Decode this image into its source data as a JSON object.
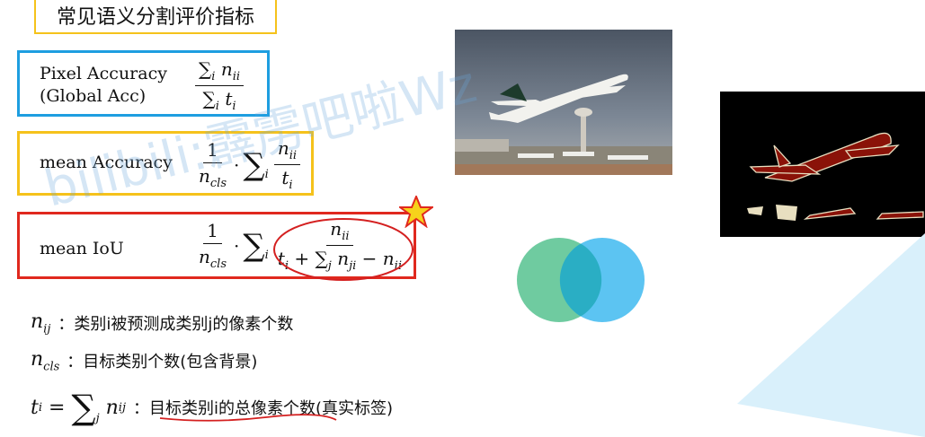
{
  "title": "常见语义分割评价指标",
  "metrics": [
    {
      "label_line1": "Pixel Accuracy",
      "label_line2": "(Global Acc)",
      "color": "#1e9ee0"
    },
    {
      "label_line1": "mean Accuracy",
      "color": "#f5c21b"
    },
    {
      "label_line1": "mean IoU",
      "color": "#e0281e"
    }
  ],
  "definitions": [
    {
      "text": "：类别i被预测成类别j的像素个数"
    },
    {
      "text": "：目标类别个数(包含背景)"
    },
    {
      "text": "：目标类别i的总像素个数(真实标签)"
    }
  ],
  "watermark": "bilibili:霹雳吧啦Wz",
  "venn": {
    "left_color": "#6fcba0",
    "right_color": "#5cc4f2",
    "overlap_color": "#2aaec4"
  },
  "segmentation_colors": {
    "background": "#000000",
    "object": "#8a1208",
    "outline": "#e8dfc0"
  },
  "icons": [
    "star-icon",
    "photo-airplane",
    "segmentation-mask"
  ]
}
